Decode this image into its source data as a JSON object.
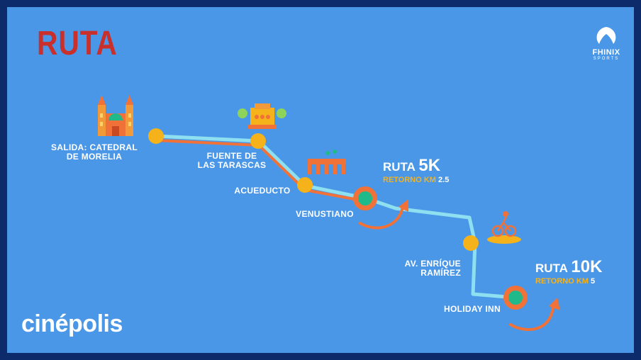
{
  "header": {
    "title": "RUTA"
  },
  "brand": {
    "name": "FHINIX",
    "tagline": "SPORTS",
    "sponsor": "cinépolis"
  },
  "stops": [
    {
      "label_line1": "SALIDA: CATEDRAL",
      "label_line2": "DE MORELIA"
    },
    {
      "label_line1": "FUENTE DE",
      "label_line2": "LAS TARASCAS"
    },
    {
      "label_line1": "ACUEDUCTO",
      "label_line2": ""
    },
    {
      "label_line1": "VENUSTIANO",
      "label_line2": ""
    },
    {
      "label_line1": "AV. ENRÍQUE",
      "label_line2": "RAMÍREZ"
    },
    {
      "label_line1": "HOLIDAY INN",
      "label_line2": ""
    }
  ],
  "routes": [
    {
      "word": "RUTA",
      "distance": "5K",
      "return_label": "RETORNO KM",
      "return_km": "2.5"
    },
    {
      "word": "RUTA",
      "distance": "10K",
      "return_label": "RETORNO KM",
      "return_km": "5"
    }
  ],
  "icons": {
    "cathedral": "cathedral-icon",
    "fountain": "fountain-icon",
    "aqueduct": "aqueduct-icon",
    "cyclist": "cyclist-icon",
    "logo": "phoenix-logo-icon"
  },
  "colors": {
    "background": "#4a97e8",
    "frame": "#0d2a6b",
    "route_10k": "#8ee0f0",
    "route_5k": "#f07238",
    "stop_marker": "#f5b21b",
    "turn_marker": "#1fb98a",
    "title": "#c9302c"
  }
}
